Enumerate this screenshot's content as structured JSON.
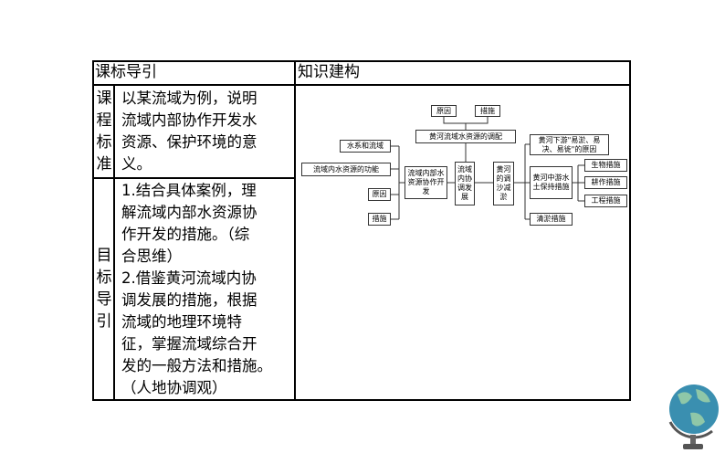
{
  "table": {
    "header_left": "课标导引",
    "header_right": "知识建构",
    "row1_label": [
      "课",
      "程",
      "标",
      "准"
    ],
    "row1_text": [
      "以某流域为例，说明",
      "流域内部协作开发水",
      "资源、保护环境的意",
      "义。"
    ],
    "row2_label": [
      "目",
      "标",
      "导",
      "引"
    ],
    "row2_text": [
      "1.结合具体案例，理",
      "解流域内部水资源协",
      "作开发的措施。（综",
      "合思维）",
      "2.借鉴黄河流域内协",
      "调发展的措施，根据",
      "流域的地理环境特",
      "征，掌握流域综合开",
      "发的一般方法和措施。",
      "（人地协调观）"
    ]
  },
  "diagram": {
    "top_cause": "原因",
    "top_measure": "措施",
    "allocation": "黄河流域水资源的调配",
    "left": [
      "水系和流域",
      "流域内水资源的功能",
      "原因",
      "措施"
    ],
    "cooperation": "流域内部水资源协作开发",
    "center": "流域内协调发展",
    "sediment": "黄河的调沙减淤",
    "lower_reason": "黄河下游\"易淤、易决、易徙\"的原因",
    "middle_conservation": "黄河中游水土保持措施",
    "measures": [
      "生物措施",
      "耕作措施",
      "工程措施"
    ],
    "dredging": "清淤措施"
  }
}
